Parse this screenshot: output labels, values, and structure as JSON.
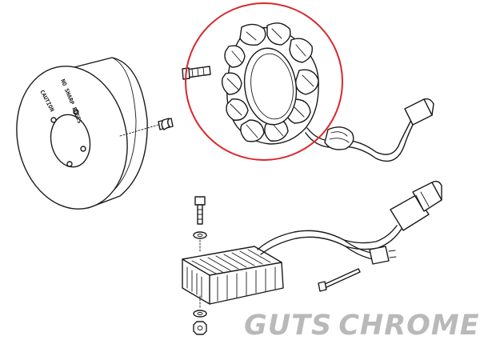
{
  "flywheel": {
    "label_caution": "CAUTION",
    "label_sharp": "NO SHARP EDGES"
  },
  "highlight": {
    "color": "#d9262b"
  },
  "brand": {
    "word_left": "GUTS",
    "word_right": "CHROME",
    "color": "#b9b9b9"
  }
}
